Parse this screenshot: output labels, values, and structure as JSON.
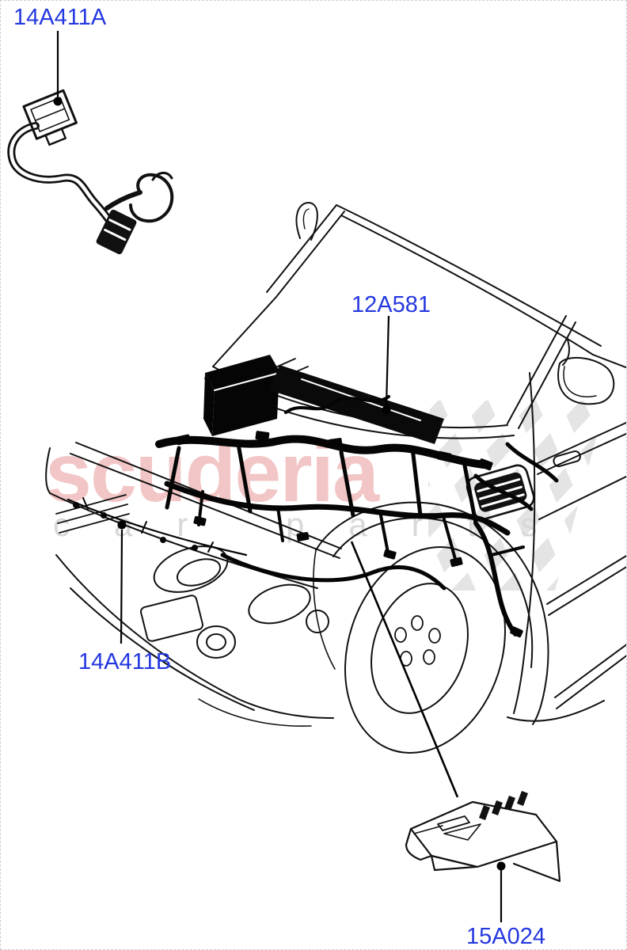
{
  "diagram": {
    "type": "vehicle-parts-line-diagram",
    "subject": "Engine wiring harness locations, front three-quarter view of SUV with engine bay harness",
    "label_color": "#2438e0",
    "line_color": "#111111",
    "labels": [
      {
        "id": "14A411A"
      },
      {
        "id": "12A581"
      },
      {
        "id": "14A411B"
      },
      {
        "id": "15A024"
      }
    ]
  },
  "watermark": {
    "brand": "scuderia",
    "tagline": "car parts",
    "brand_color": "#f2c6c6",
    "tagline_color": "#d8d8d8",
    "pattern_color": "#e4e4e4"
  }
}
